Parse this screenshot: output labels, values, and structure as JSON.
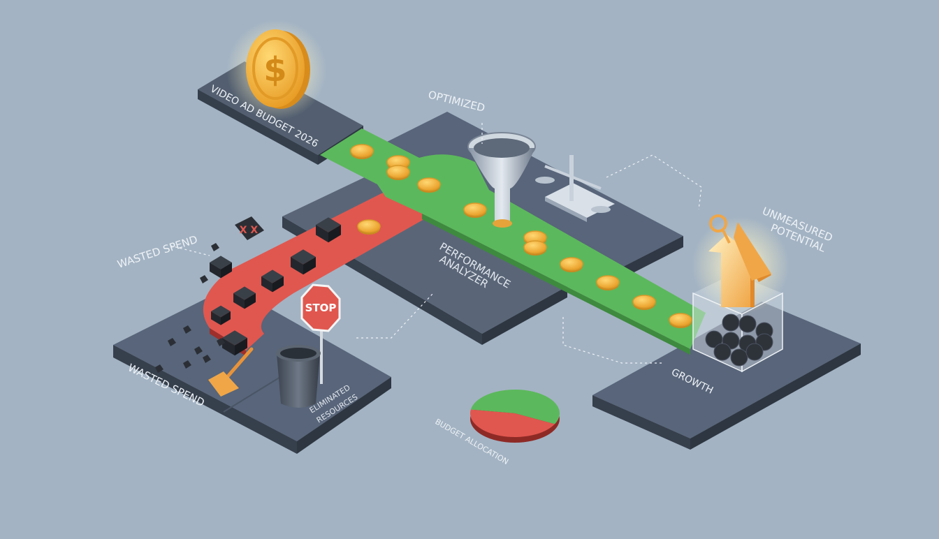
{
  "labels": {
    "budget": "VIDEO AD BUDGET 2026",
    "optimized": "OPTIMIZED",
    "wasted_spend_top": "WASTED SPEND",
    "wasted_spend_bottom": "WASTED SPEND",
    "analyzer_line1": "PERFORMANCE",
    "analyzer_line2": "ANALYZER",
    "unmeasured_line1": "UNMEASURED",
    "unmeasured_line2": "POTENTIAL",
    "stop": "STOP",
    "eliminated_line1": "ELIMINATED",
    "eliminated_line2": "RESOURCES",
    "budget_allocation": "BUDGET ALLOCATION",
    "growth": "GROWTH",
    "coin_symbol": "$",
    "cross_mark": "X X"
  },
  "icons": {
    "budget": "dollar-coin-icon",
    "optimizer": "funnel-icon",
    "balance": "scale-icon",
    "stop": "stop-sign-icon",
    "trash": "trash-can-icon",
    "cleanup": "broom-icon",
    "growth": "house-arrow-icon",
    "search": "magnifier-icon",
    "allocation": "pie-chart-icon"
  },
  "colors": {
    "background": "#a3b3c3",
    "platform_top": "#556273",
    "platform_side": "#353f4c",
    "green_path": "#5cb85c",
    "red_path": "#e0574f",
    "coin": "#f2b33d",
    "debris": "#2b2f35"
  },
  "chart_data": {
    "type": "pie",
    "title": "BUDGET ALLOCATION",
    "categories": [
      "green",
      "red"
    ],
    "values": [
      55,
      45
    ]
  }
}
